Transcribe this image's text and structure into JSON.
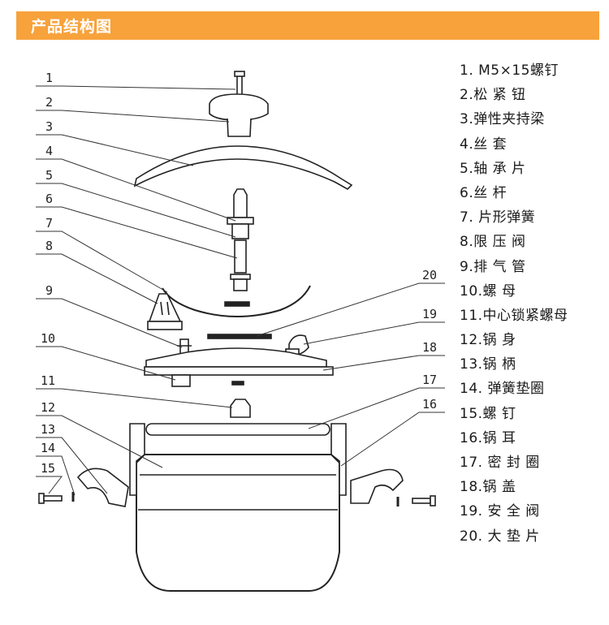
{
  "header": {
    "title": "产品结构图"
  },
  "diagram": {
    "part_numbers": [
      "1",
      "2",
      "3",
      "4",
      "5",
      "6",
      "7",
      "8",
      "9",
      "10",
      "11",
      "12",
      "13",
      "14",
      "15",
      "16",
      "17",
      "18",
      "19",
      "20"
    ]
  },
  "legend": {
    "items": [
      "1. M5×15螺钉",
      "2.松  紧  钮",
      "3.弹性夹持梁",
      "4.丝      套",
      "5.轴  承  片",
      "6.丝      杆",
      "7. 片形弹簧",
      "8.限  压  阀",
      "9.排  气  管",
      "10.螺      母",
      "11.中心锁紧螺母",
      "12.锅      身",
      "13.锅      柄",
      "14. 弹簧垫圈",
      "15.螺      钉",
      "16.锅      耳",
      "17. 密  封  圈",
      "18.锅      盖",
      "19. 安  全  阀",
      "20. 大  垫  片"
    ]
  }
}
